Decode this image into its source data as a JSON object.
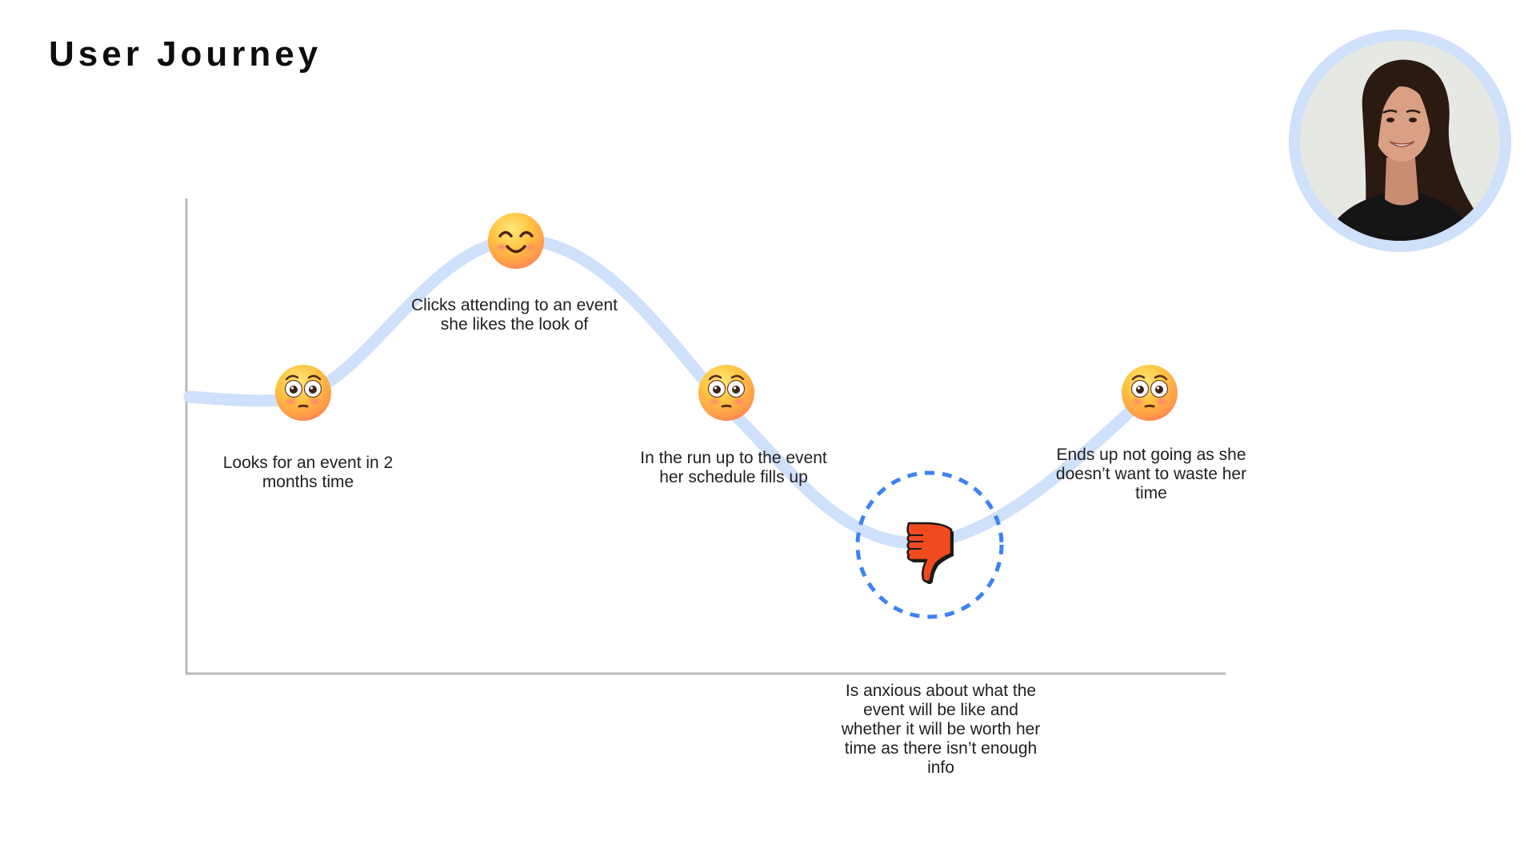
{
  "title": "User Journey",
  "colors": {
    "curve": "#cfe0fb",
    "axis": "#b8b8b8",
    "highlight": "#3b82f6",
    "thumb": "#ef4b1f",
    "avatar_ring": "#cfe0fb"
  },
  "steps": [
    {
      "icon": "flushed-face-icon",
      "text": "Looks for an event in 2 months time"
    },
    {
      "icon": "smiling-face-icon",
      "text": "Clicks attending to an event she likes the look of"
    },
    {
      "icon": "flushed-face-icon",
      "text": "In the run up to the event her schedule fills up"
    },
    {
      "icon": "thumbs-down-icon",
      "text": "Is anxious about what the event will be like and whether it will be worth her time as there isn’t enough info"
    },
    {
      "icon": "flushed-face-icon",
      "text": "Ends up not going as she doesn’t want to waste her time"
    }
  ],
  "persona": {
    "image": "persona-photo"
  }
}
